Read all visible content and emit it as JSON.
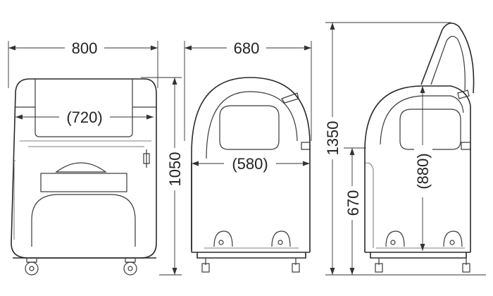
{
  "dimensions": {
    "front_width": "800",
    "front_inner_width": "(720)",
    "front_height": "1050",
    "side_width": "680",
    "side_inner_width": "(580)",
    "total_height": "1350",
    "lower_height": "670",
    "inner_height": "(880)"
  },
  "colors": {
    "line": "#3a3a3a",
    "background": "#ffffff"
  }
}
